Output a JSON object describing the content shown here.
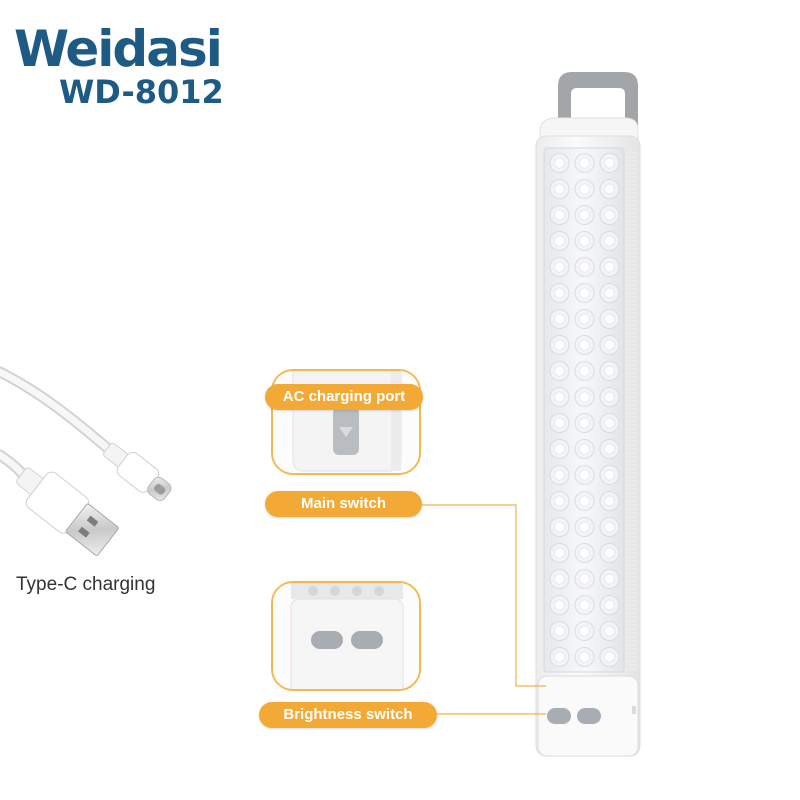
{
  "brand": {
    "name": "Weidasi",
    "model": "WD-8012"
  },
  "cable": {
    "caption": "Type-C charging"
  },
  "labels": {
    "ac_port": "AC charging port",
    "main_switch": "Main switch",
    "brightness_switch": "Brightness switch"
  },
  "colors": {
    "brand_blue": "#1d5a84",
    "accent_orange": "#f2a935",
    "callout_border": "#f4b850",
    "leader_line": "#f2b24a",
    "button_gray": "#a8adb3"
  },
  "icons": {
    "cable": "usb-type-c-cable-icon",
    "lamp": "emergency-led-lamp-icon"
  }
}
